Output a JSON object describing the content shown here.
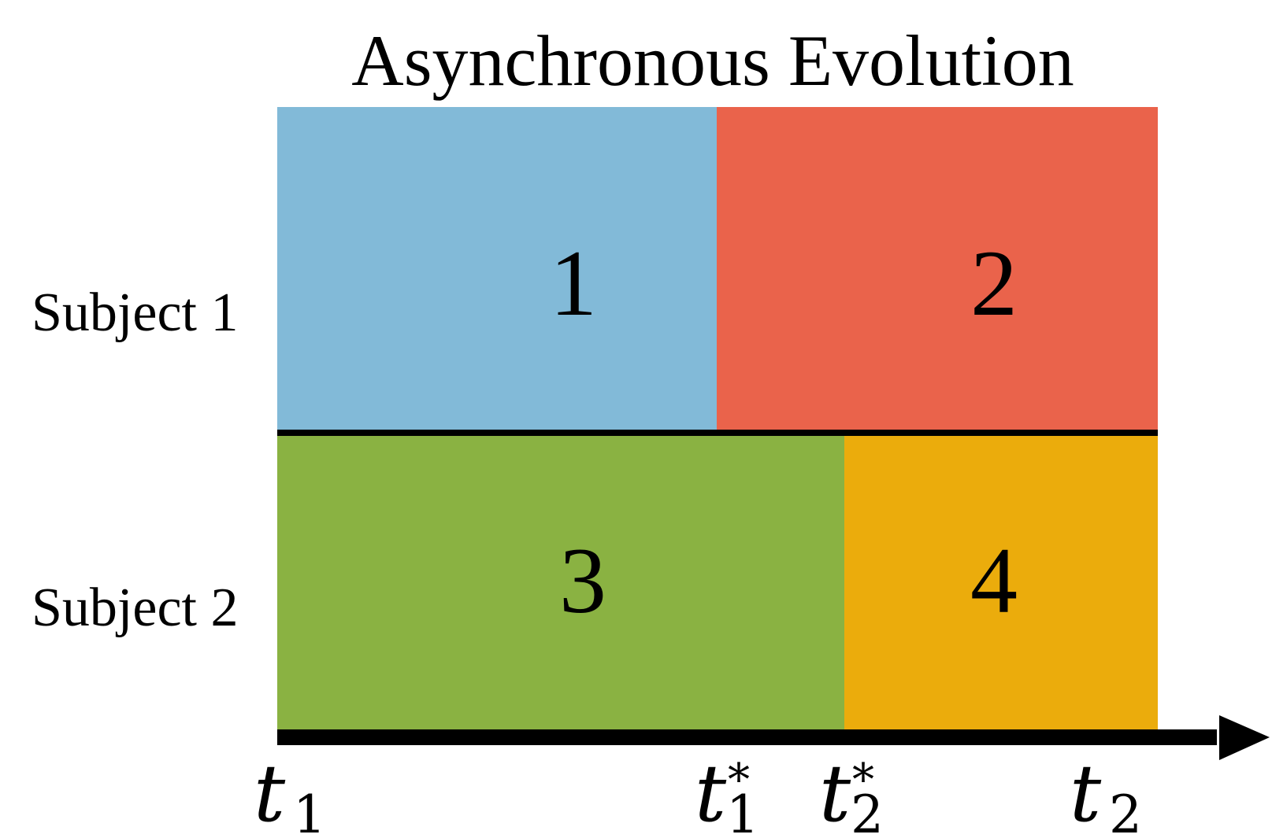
{
  "title": "Asynchronous Evolution",
  "subjects": [
    {
      "label": "Subject 1",
      "phases": [
        {
          "number": "1",
          "color": "#82BAD8"
        },
        {
          "number": "2",
          "color": "#EA634B"
        }
      ]
    },
    {
      "label": "Subject 2",
      "phases": [
        {
          "number": "3",
          "color": "#8AB242"
        },
        {
          "number": "4",
          "color": "#EBAC0C"
        }
      ]
    }
  ],
  "time_labels": {
    "start": {
      "base": "t",
      "sub": "1"
    },
    "change1": {
      "base": "t",
      "sub": "1",
      "sup": "*"
    },
    "change2": {
      "base": "t",
      "sub": "2",
      "sup": "*"
    },
    "end": {
      "base": "t",
      "sub": "2"
    }
  },
  "colors": {
    "axis": "#000000",
    "divider": "#000000"
  }
}
